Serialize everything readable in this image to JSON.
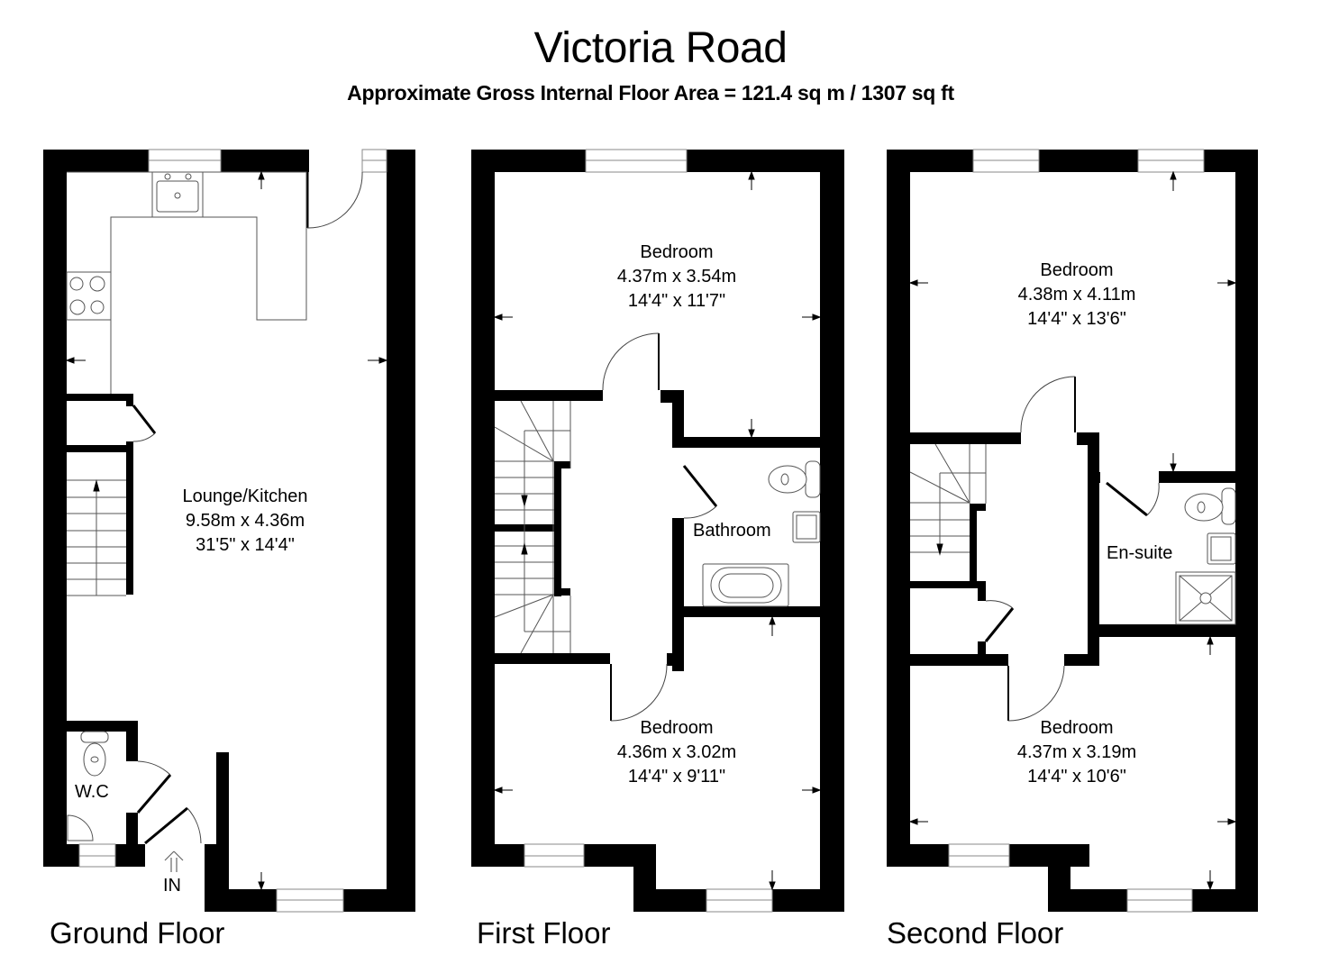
{
  "header": {
    "title": "Victoria Road",
    "subtitle": "Approximate Gross Internal Floor Area  = 121.4 sq m  / 1307 sq ft"
  },
  "floors": [
    {
      "name": "Ground Floor",
      "rooms": [
        {
          "name": "Lounge/Kitchen",
          "metric": "9.58m x 4.36m",
          "imperial": "31'5\" x 14'4\""
        },
        {
          "name": "W.C"
        }
      ],
      "entrance_label": "IN"
    },
    {
      "name": "First Floor",
      "rooms": [
        {
          "name": "Bedroom",
          "metric": "4.37m x 3.54m",
          "imperial": "14'4\" x 11'7\""
        },
        {
          "name": "Bathroom"
        },
        {
          "name": "Bedroom",
          "metric": "4.36m x 3.02m",
          "imperial": "14'4\" x 9'11\""
        }
      ]
    },
    {
      "name": "Second Floor",
      "rooms": [
        {
          "name": "Bedroom",
          "metric": "4.38m x 4.11m",
          "imperial": "14'4\" x 13'6\""
        },
        {
          "name": "En-suite"
        },
        {
          "name": "Bedroom",
          "metric": "4.37m x 3.19m",
          "imperial": "14'4\" x 10'6\""
        }
      ]
    }
  ],
  "colors": {
    "wall": "#000000",
    "background": "#ffffff",
    "fixture_line": "#555555"
  }
}
